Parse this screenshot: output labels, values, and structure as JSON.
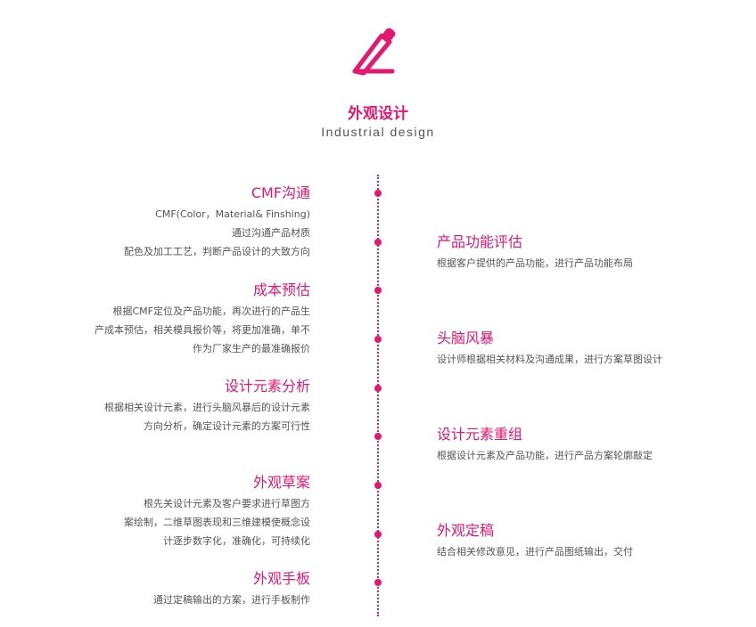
{
  "header": {
    "title": "外观设计",
    "subtitle": "Industrial design"
  },
  "left": [
    {
      "title": "CMF沟通",
      "lines": [
        "CMF(Color，Material& Finshing)",
        "通过沟通产品材质",
        "配色及加工工艺，判断产品设计的大致方向"
      ]
    },
    {
      "title": "成本预估",
      "lines": [
        "根据CMF定位及产品功能，再次进行的产品生",
        "产成本预估，相关模具报价等，将更加准确，单不",
        "作为厂家生产的最准确报价"
      ]
    },
    {
      "title": "设计元素分析",
      "lines": [
        "根据相关设计元素，进行头脑风暴后的设计元素",
        "方向分析，确定设计元素的方案可行性"
      ]
    },
    {
      "title": "外观草案",
      "lines": [
        "根先关设计元素及客户要求进行草图方",
        "案绘制，二维草图表现和三维建模使概念设",
        "计逐步数字化，准确化，可持续化"
      ]
    },
    {
      "title": "外观手板",
      "lines": [
        "通过定稿输出的方案，进行手板制作"
      ]
    }
  ],
  "right": [
    {
      "title": "产品功能评估",
      "lines": [
        "根据客户提供的产品功能，进行产品功能布局"
      ]
    },
    {
      "title": "头脑风暴",
      "lines": [
        "设计师根据相关材料及沟通成果，进行方案草图设计"
      ]
    },
    {
      "title": "设计元素重组",
      "lines": [
        "根据设计元素及产品功能，进行产品方案轮廓敲定"
      ]
    },
    {
      "title": "外观定稿",
      "lines": [
        "结合相关修改意见，进行产品图纸输出，交付"
      ]
    }
  ],
  "accent": "#e4186e"
}
